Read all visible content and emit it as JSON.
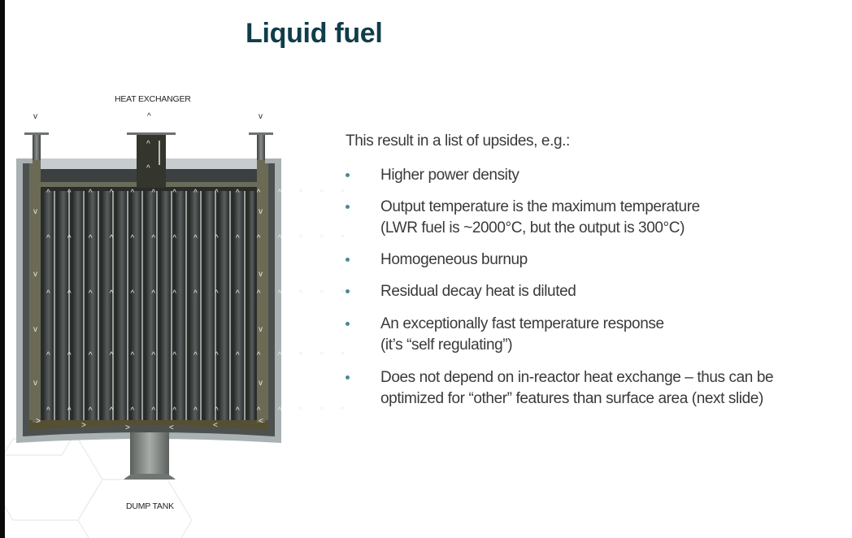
{
  "slide": {
    "title": "Liquid fuel",
    "accent_color": "#0f3d4a",
    "bullet_color": "#4a8a92"
  },
  "diagram": {
    "top_label": "HEAT EXCHANGER",
    "bottom_label": "DUMP TANK",
    "top_arrows": [
      "v",
      "^",
      "v"
    ],
    "flow_arrow_up": "^",
    "flow_arrow_down": "v",
    "bottom_flow_arrows": [
      ">",
      ">",
      ">",
      "<",
      "<",
      "<"
    ],
    "tube_count": 15
  },
  "content": {
    "intro": "This result in a list of upsides, e.g.:",
    "bullets": [
      {
        "line1": "Higher power density",
        "line2": ""
      },
      {
        "line1": "Output temperature is the maximum temperature",
        "line2": "(LWR fuel is ~2000°C, but the output is 300°C)"
      },
      {
        "line1": "Homogeneous burnup",
        "line2": ""
      },
      {
        "line1": "Residual decay heat is diluted",
        "line2": ""
      },
      {
        "line1": "An exceptionally fast temperature response",
        "line2": "(it’s “self regulating”)"
      },
      {
        "line1": "Does not depend on in-reactor heat exchange – thus can be",
        "line2": "optimized for “other” features than surface area (next slide)"
      }
    ]
  }
}
